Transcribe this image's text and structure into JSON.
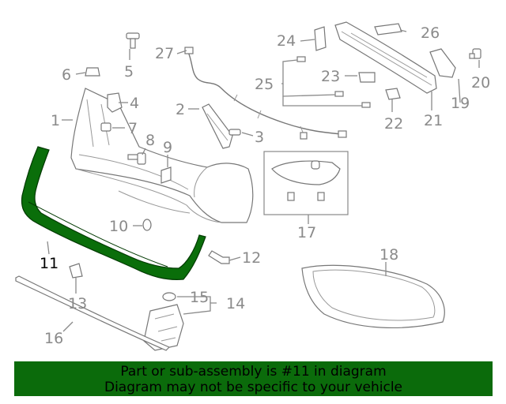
{
  "callouts": {
    "c1": "1",
    "c2": "2",
    "c3": "3",
    "c4": "4",
    "c5": "5",
    "c6": "6",
    "c7": "7",
    "c8": "8",
    "c9": "9",
    "c10": "10",
    "c11": "11",
    "c12": "12",
    "c13": "13",
    "c14": "14",
    "c15": "15",
    "c16": "16",
    "c17": "17",
    "c18": "18",
    "c19": "19",
    "c20": "20",
    "c21": "21",
    "c22": "22",
    "c23": "23",
    "c24": "24",
    "c25": "25",
    "c26": "26",
    "c27": "27"
  },
  "highlighted_part": "11",
  "colors": {
    "highlight": "#0a6e0a",
    "footer_bg": "#0b6b0b",
    "callout_text": "#8a8a8a"
  },
  "footer": {
    "line1": "Part or sub-assembly is #11 in diagram",
    "line2": "Diagram may not be specific to your vehicle"
  }
}
